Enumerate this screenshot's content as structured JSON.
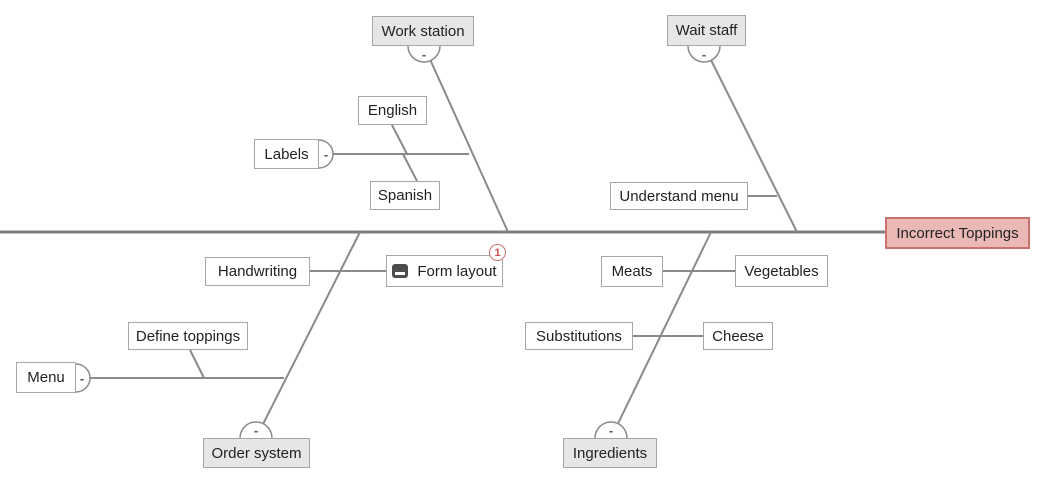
{
  "colors": {
    "spine": "#7d7d7d",
    "line": "#8a8a8a",
    "box-border": "#a6a6a6",
    "box-fill": "#ffffff",
    "cat-fill": "#e6e6e6",
    "pink-fill": "#eab8b5",
    "pink-border": "#c9726d",
    "badge": "#cc524e",
    "text": "#222222",
    "collapse": "#595959"
  },
  "effect": {
    "label": "Incorrect Toppings"
  },
  "categories": {
    "work_station": {
      "label": "Work station",
      "collapse": "-"
    },
    "wait_staff": {
      "label": "Wait staff",
      "collapse": "-"
    },
    "order_system": {
      "label": "Order system",
      "collapse": "-"
    },
    "ingredients": {
      "label": "Ingredients",
      "collapse": "-"
    }
  },
  "causes": {
    "labels": {
      "label": "Labels",
      "collapse": "-"
    },
    "english": {
      "label": "English"
    },
    "spanish": {
      "label": "Spanish"
    },
    "understand_menu": {
      "label": "Understand menu"
    },
    "handwriting": {
      "label": "Handwriting"
    },
    "form_layout": {
      "label": "Form layout",
      "comment_count": "1"
    },
    "define_toppings": {
      "label": "Define toppings"
    },
    "menu": {
      "label": "Menu",
      "collapse": "-"
    },
    "meats": {
      "label": "Meats"
    },
    "vegetables": {
      "label": "Vegetables"
    },
    "substitutions": {
      "label": "Substitutions"
    },
    "cheese": {
      "label": "Cheese"
    }
  }
}
